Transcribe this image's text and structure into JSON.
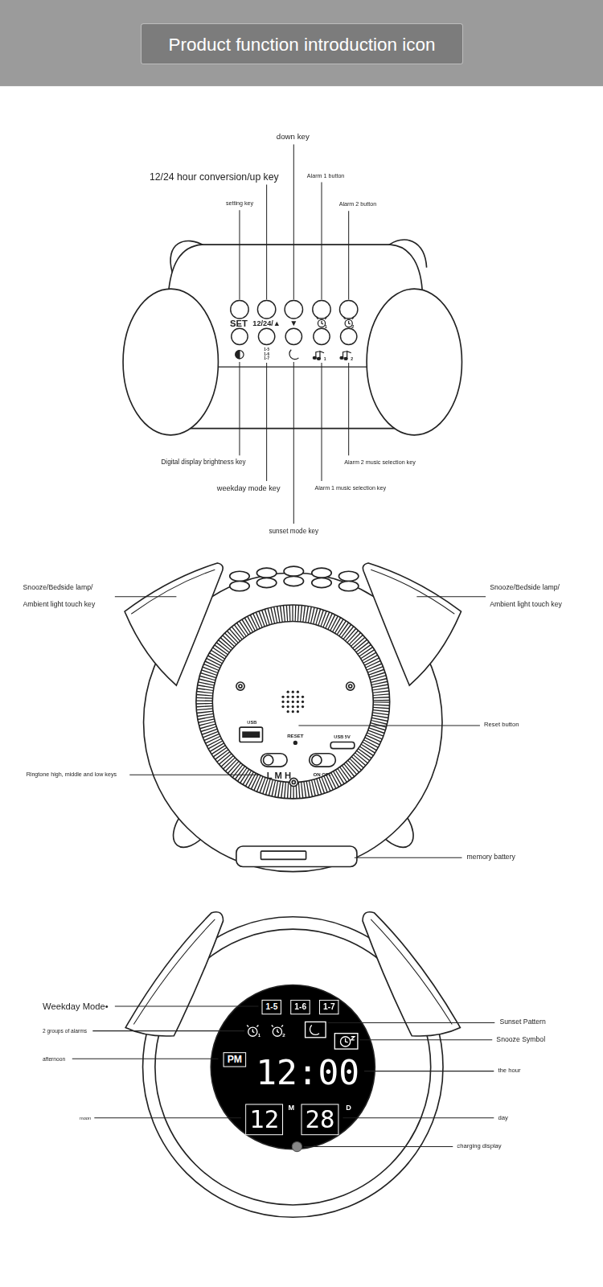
{
  "diagram": {
    "title": "Product function introduction icon",
    "nodes": [
      {
        "text": [
          "1-5"
        ]
      },
      {
        "text": [
          "1-6"
        ]
      },
      {
        "text": [
          "1-7"
        ]
      },
      {
        "text": [
          "PM"
        ]
      },
      {
        "text": [
          "12"
        ]
      },
      {
        "text": [
          "28"
        ]
      }
    ],
    "labels": [
      "down key",
      "12/24 hour conversion/up key",
      "Alarm 1 button",
      "setting key",
      "Alarm 2 button",
      "SET",
      "12/24/▲",
      "▼",
      "1",
      "2",
      "1-5",
      "1-6",
      "1-7",
      "1",
      "2",
      "Digital display brightness key",
      "weekday mode key",
      "Alarm 1 music selection key",
      "Alarm 2 music selection key",
      "sunset mode key",
      "Snooze/Bedside lamp/ Ambient light touch key",
      "Snooze/Bedside lamp/ Ambient light touch key",
      "USB",
      "RESET",
      "USB 5V",
      "Reset button",
      "L M H",
      "ON OFF",
      "Ringtone high, middle and low keys",
      "memory battery",
      "Weekday Mode•",
      "2 groups of alarms",
      "afternoon",
      "moon",
      "1",
      "2",
      "12:00",
      "M",
      "D",
      "Sunset Pattern",
      "Snooze Symbol",
      "the hour",
      "day",
      "charging display"
    ]
  }
}
